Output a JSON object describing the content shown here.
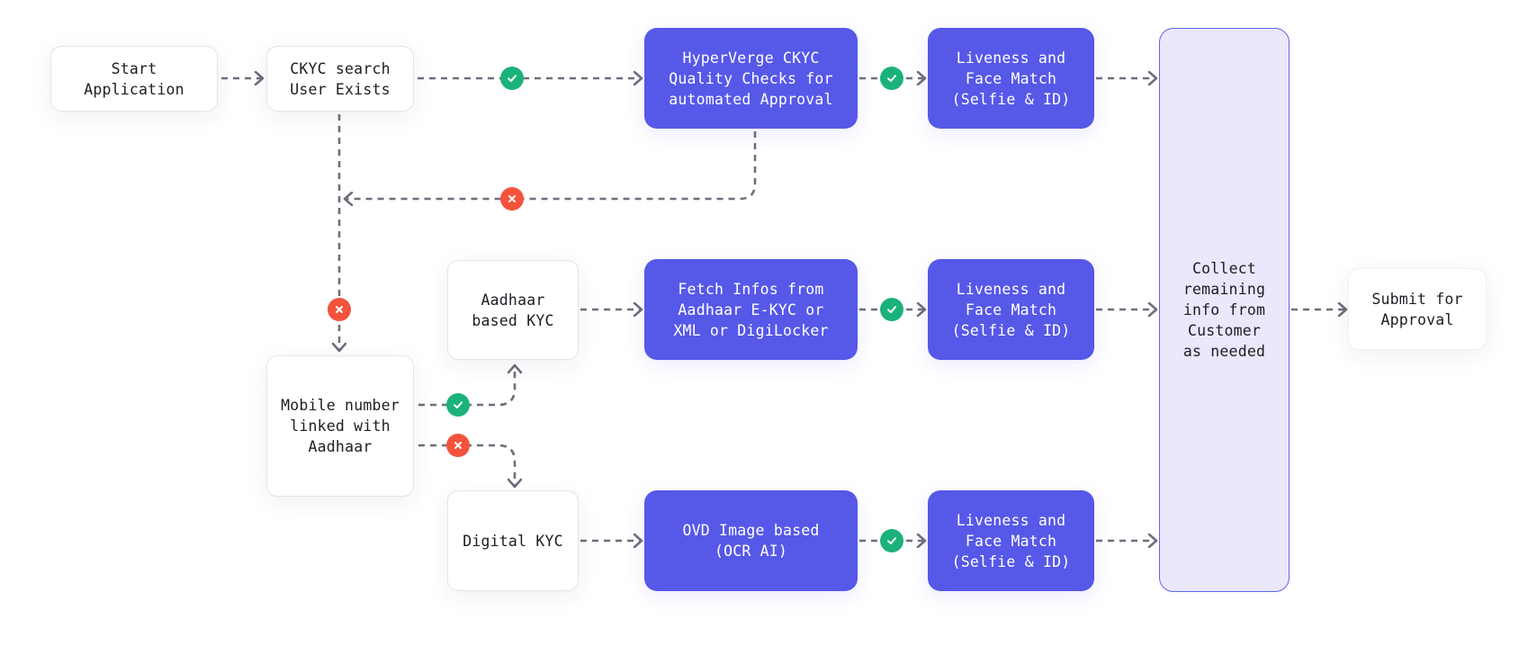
{
  "diagram": {
    "colors": {
      "step_blue": "#5658e8",
      "collect_fill": "#ebe7fc",
      "collect_border": "#6062ea",
      "success_green": "#1bb27a",
      "failure_red": "#f3533c",
      "connector_gray": "#6f6e7c"
    },
    "nodes": {
      "start": {
        "label": "Start\nApplication"
      },
      "ckyc_search": {
        "label": "CKYC search\nUser Exists"
      },
      "hyperverge_ckyc": {
        "label": "HyperVerge CKYC\nQuality Checks for\nautomated Approval"
      },
      "liveness_1": {
        "label": "Liveness and\nFace Match\n(Selfie & ID)"
      },
      "aadhaar_kyc": {
        "label": "Aadhaar\nbased KYC"
      },
      "fetch_infos": {
        "label": "Fetch Infos from\nAadhaar E-KYC or\nXML or DigiLocker"
      },
      "liveness_2": {
        "label": "Liveness and\nFace Match\n(Selfie & ID)"
      },
      "mobile_linked": {
        "label": "Mobile number\nlinked with\nAadhaar"
      },
      "digital_kyc": {
        "label": "Digital KYC"
      },
      "ovd_image": {
        "label": "OVD Image based\n(OCR AI)"
      },
      "liveness_3": {
        "label": "Liveness and\nFace Match\n(Selfie & ID)"
      },
      "collect_info": {
        "label": "Collect\nremaining\ninfo from\nCustomer\nas needed"
      },
      "submit": {
        "label": "Submit for\nApproval"
      }
    },
    "badges": [
      {
        "id": "ckyc-found",
        "status": "success",
        "icon": "check-icon"
      },
      {
        "id": "ckyc-quality-pass",
        "status": "success",
        "icon": "check-icon"
      },
      {
        "id": "ckyc-quality-fail",
        "status": "failure",
        "icon": "x-icon"
      },
      {
        "id": "ckyc-not-found",
        "status": "failure",
        "icon": "x-icon"
      },
      {
        "id": "aadhaar-fetch-pass",
        "status": "success",
        "icon": "check-icon"
      },
      {
        "id": "mobile-linked-yes",
        "status": "success",
        "icon": "check-icon"
      },
      {
        "id": "mobile-linked-no",
        "status": "failure",
        "icon": "x-icon"
      },
      {
        "id": "ovd-pass",
        "status": "success",
        "icon": "check-icon"
      }
    ]
  }
}
